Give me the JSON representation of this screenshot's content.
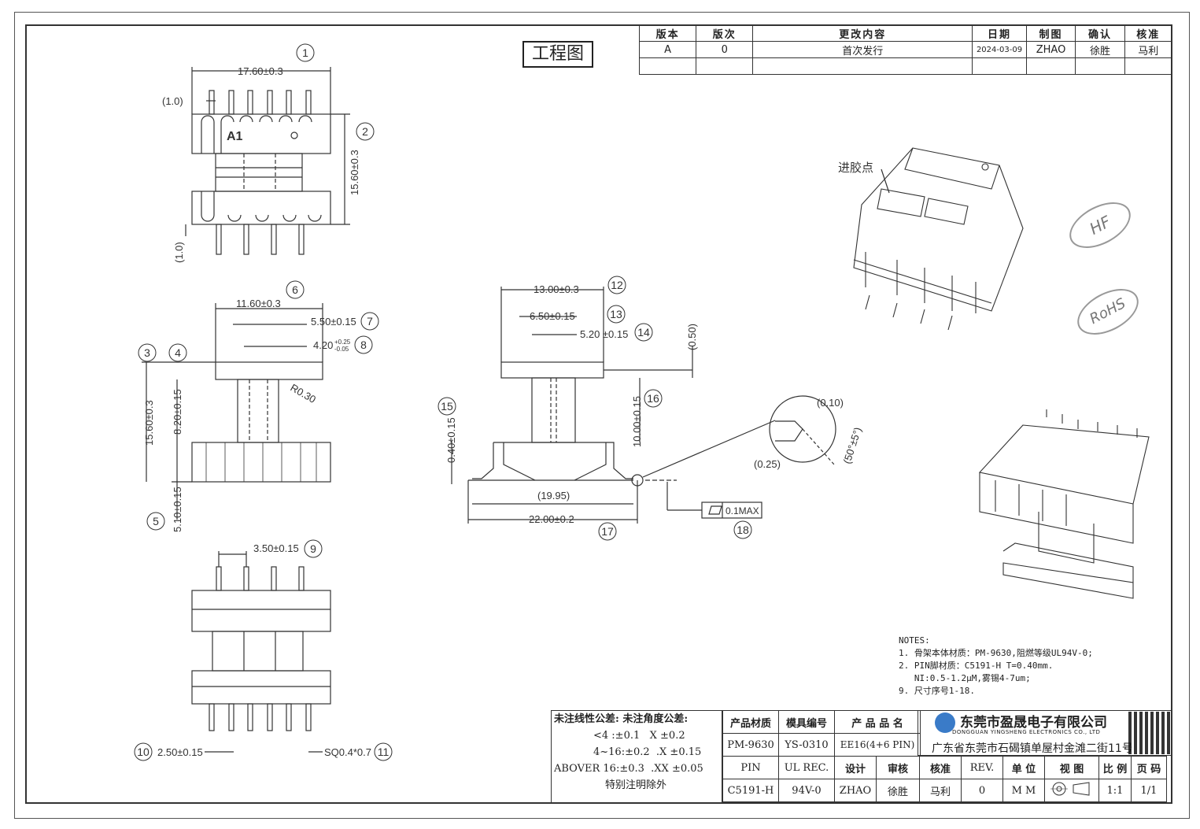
{
  "title": "工程图",
  "revision_table": {
    "headers": [
      "版本",
      "版次",
      "更改内容",
      "日期",
      "制图",
      "确认",
      "核准"
    ],
    "rows": [
      [
        "A",
        "0",
        "首次发行",
        "2024-03-09",
        "ZHAO",
        "徐胜",
        "马利"
      ]
    ]
  },
  "dimensions": {
    "d1": "17.60±0.3",
    "d1_ref": "(1.0)",
    "d2": "15.60±0.3",
    "d2_ref": "(1.0)",
    "d6": "11.60±0.3",
    "d7": "5.50±0.15",
    "d8": "4.20",
    "d8_tol_up": "+0.25",
    "d8_tol_dn": "-0.05",
    "d3_4": "15.60±0.3",
    "d_8_20": "8.20±0.15",
    "d5": "5.10±0.15",
    "r": "R0.30",
    "d9": "3.50±0.15",
    "d10": "2.50±0.15",
    "d11": "SQ0.4*0.7",
    "d12": "13.00±0.3",
    "d13": "6.50±0.15",
    "d14": "5.20 ±0.15",
    "d_050": "(0.50)",
    "d15": "0.40±0.15",
    "d16": "10.00±0.15",
    "d_1995": "(19.95)",
    "d17": "22.00±0.2",
    "d18": "0.1MAX",
    "d_010": "(0.10)",
    "d_025": "(0.25)",
    "d_angle": "(50°±5°)"
  },
  "balloons": [
    "1",
    "2",
    "3",
    "4",
    "5",
    "6",
    "7",
    "8",
    "9",
    "10",
    "11",
    "12",
    "13",
    "14",
    "15",
    "16",
    "17",
    "18"
  ],
  "part_mark": "A1",
  "glue_label": "进胶点",
  "stamps": [
    "HF",
    "RoHS"
  ],
  "notes": {
    "heading": "NOTES:",
    "lines": [
      "1. 骨架本体材质：PM-9630,阻燃等级UL94V-0;",
      "2. PIN脚材质：C5191-H  T=0.40mm.",
      "   NI:0.5-1.2μM,雾锡4-7um;",
      "9. 尺寸序号1-18."
    ]
  },
  "tolerance": {
    "line1": "未注线性公差:  未注角度公差:",
    "line2": "<4 :±0.1   X ±0.2",
    "line3": "4~16:±0.2  .X ±0.15",
    "line4": "ABOVER 16:±0.3  .XX ±0.05",
    "line5": "特别注明除外"
  },
  "title_block": {
    "r1": [
      "产品材质",
      "模具编号",
      "产 品 品 名"
    ],
    "r2": [
      "PM-9630",
      "YS-0310",
      "EE16(4+6 PIN)"
    ],
    "r3": [
      "PIN",
      "UL REC.",
      "设计",
      "审核",
      "核准",
      "REV.",
      "单 位",
      "视 图",
      "比 例",
      "页 码"
    ],
    "r4": [
      "C5191-H",
      "94V-0",
      "ZHAO",
      "徐胜",
      "马利",
      "0",
      "M M",
      "",
      "1:1",
      "1/1"
    ]
  },
  "company": {
    "name_cn": "东莞市盈晟电子有限公司",
    "name_en": "DONGGUAN YINGSHENG ELECTRONICS CO., LTD",
    "address": "广东省东莞市石碣镇单屋村金滩二街11号"
  }
}
